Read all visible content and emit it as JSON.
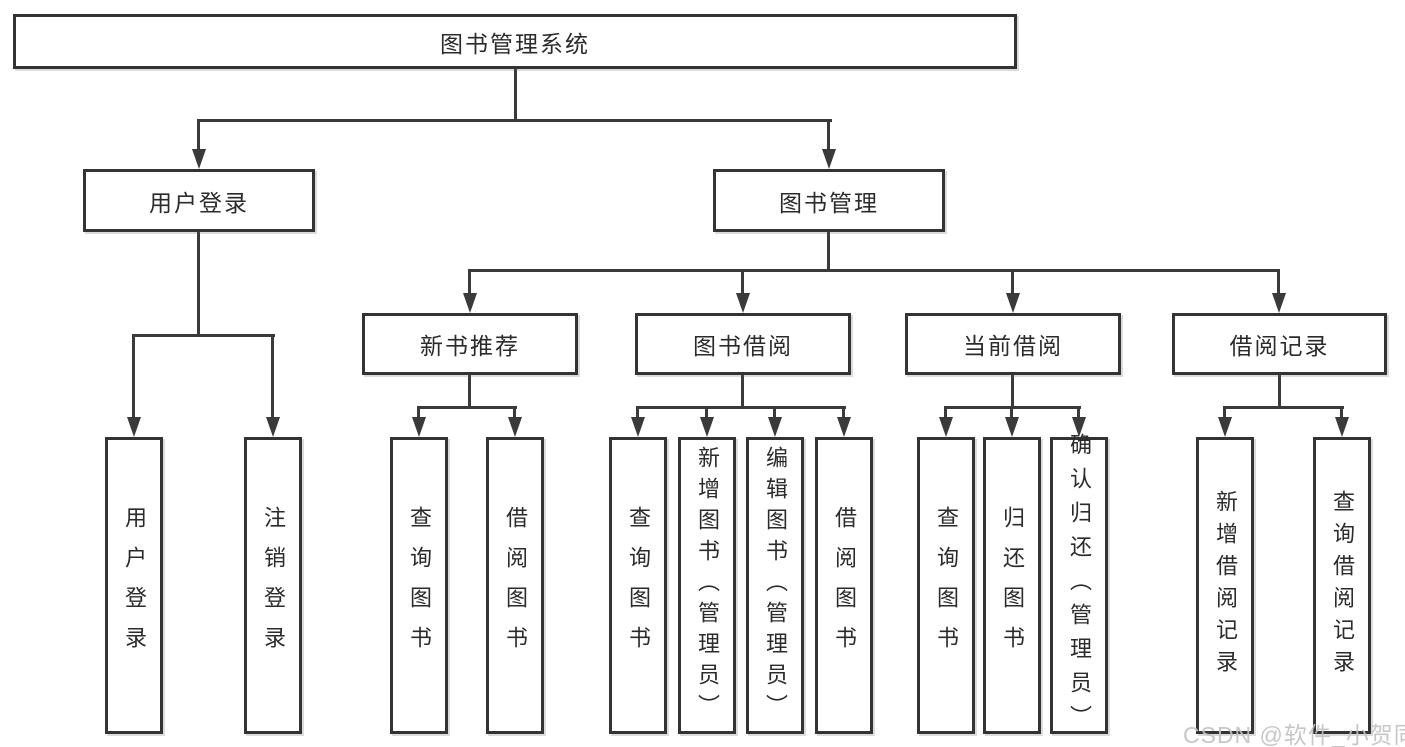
{
  "diagram": {
    "title": "图书管理系统",
    "watermark": "CSDN @软件_小贺同学",
    "colors": {
      "background": "#ffffff",
      "line": "#3a3a3a",
      "border": "#333333",
      "text": "#2b2b2b",
      "watermark": "#c3c2c2"
    },
    "root": {
      "label": "图书管理系统"
    },
    "level2": [
      {
        "label": "用户登录"
      },
      {
        "label": "图书管理"
      }
    ],
    "level3": [
      {
        "label": "新书推荐",
        "parent": "图书管理"
      },
      {
        "label": "图书借阅",
        "parent": "图书管理"
      },
      {
        "label": "当前借阅",
        "parent": "图书管理"
      },
      {
        "label": "借阅记录",
        "parent": "图书管理"
      }
    ],
    "leaves": [
      {
        "label": "用户登录",
        "parent": "用户登录"
      },
      {
        "label": "注销登录",
        "parent": "用户登录"
      },
      {
        "label": "查询图书",
        "parent": "新书推荐"
      },
      {
        "label": "借阅图书",
        "parent": "新书推荐"
      },
      {
        "label": "查询图书",
        "parent": "图书借阅"
      },
      {
        "label": "新增图书（管理员）",
        "parent": "图书借阅"
      },
      {
        "label": "编辑图书（管理员）",
        "parent": "图书借阅"
      },
      {
        "label": "借阅图书",
        "parent": "图书借阅"
      },
      {
        "label": "查询图书",
        "parent": "当前借阅"
      },
      {
        "label": "归还图书",
        "parent": "当前借阅"
      },
      {
        "label": "确认归还（管理员）",
        "parent": "当前借阅"
      },
      {
        "label": "新增借阅记录",
        "parent": "借阅记录"
      },
      {
        "label": "查询借阅记录",
        "parent": "借阅记录"
      }
    ]
  }
}
